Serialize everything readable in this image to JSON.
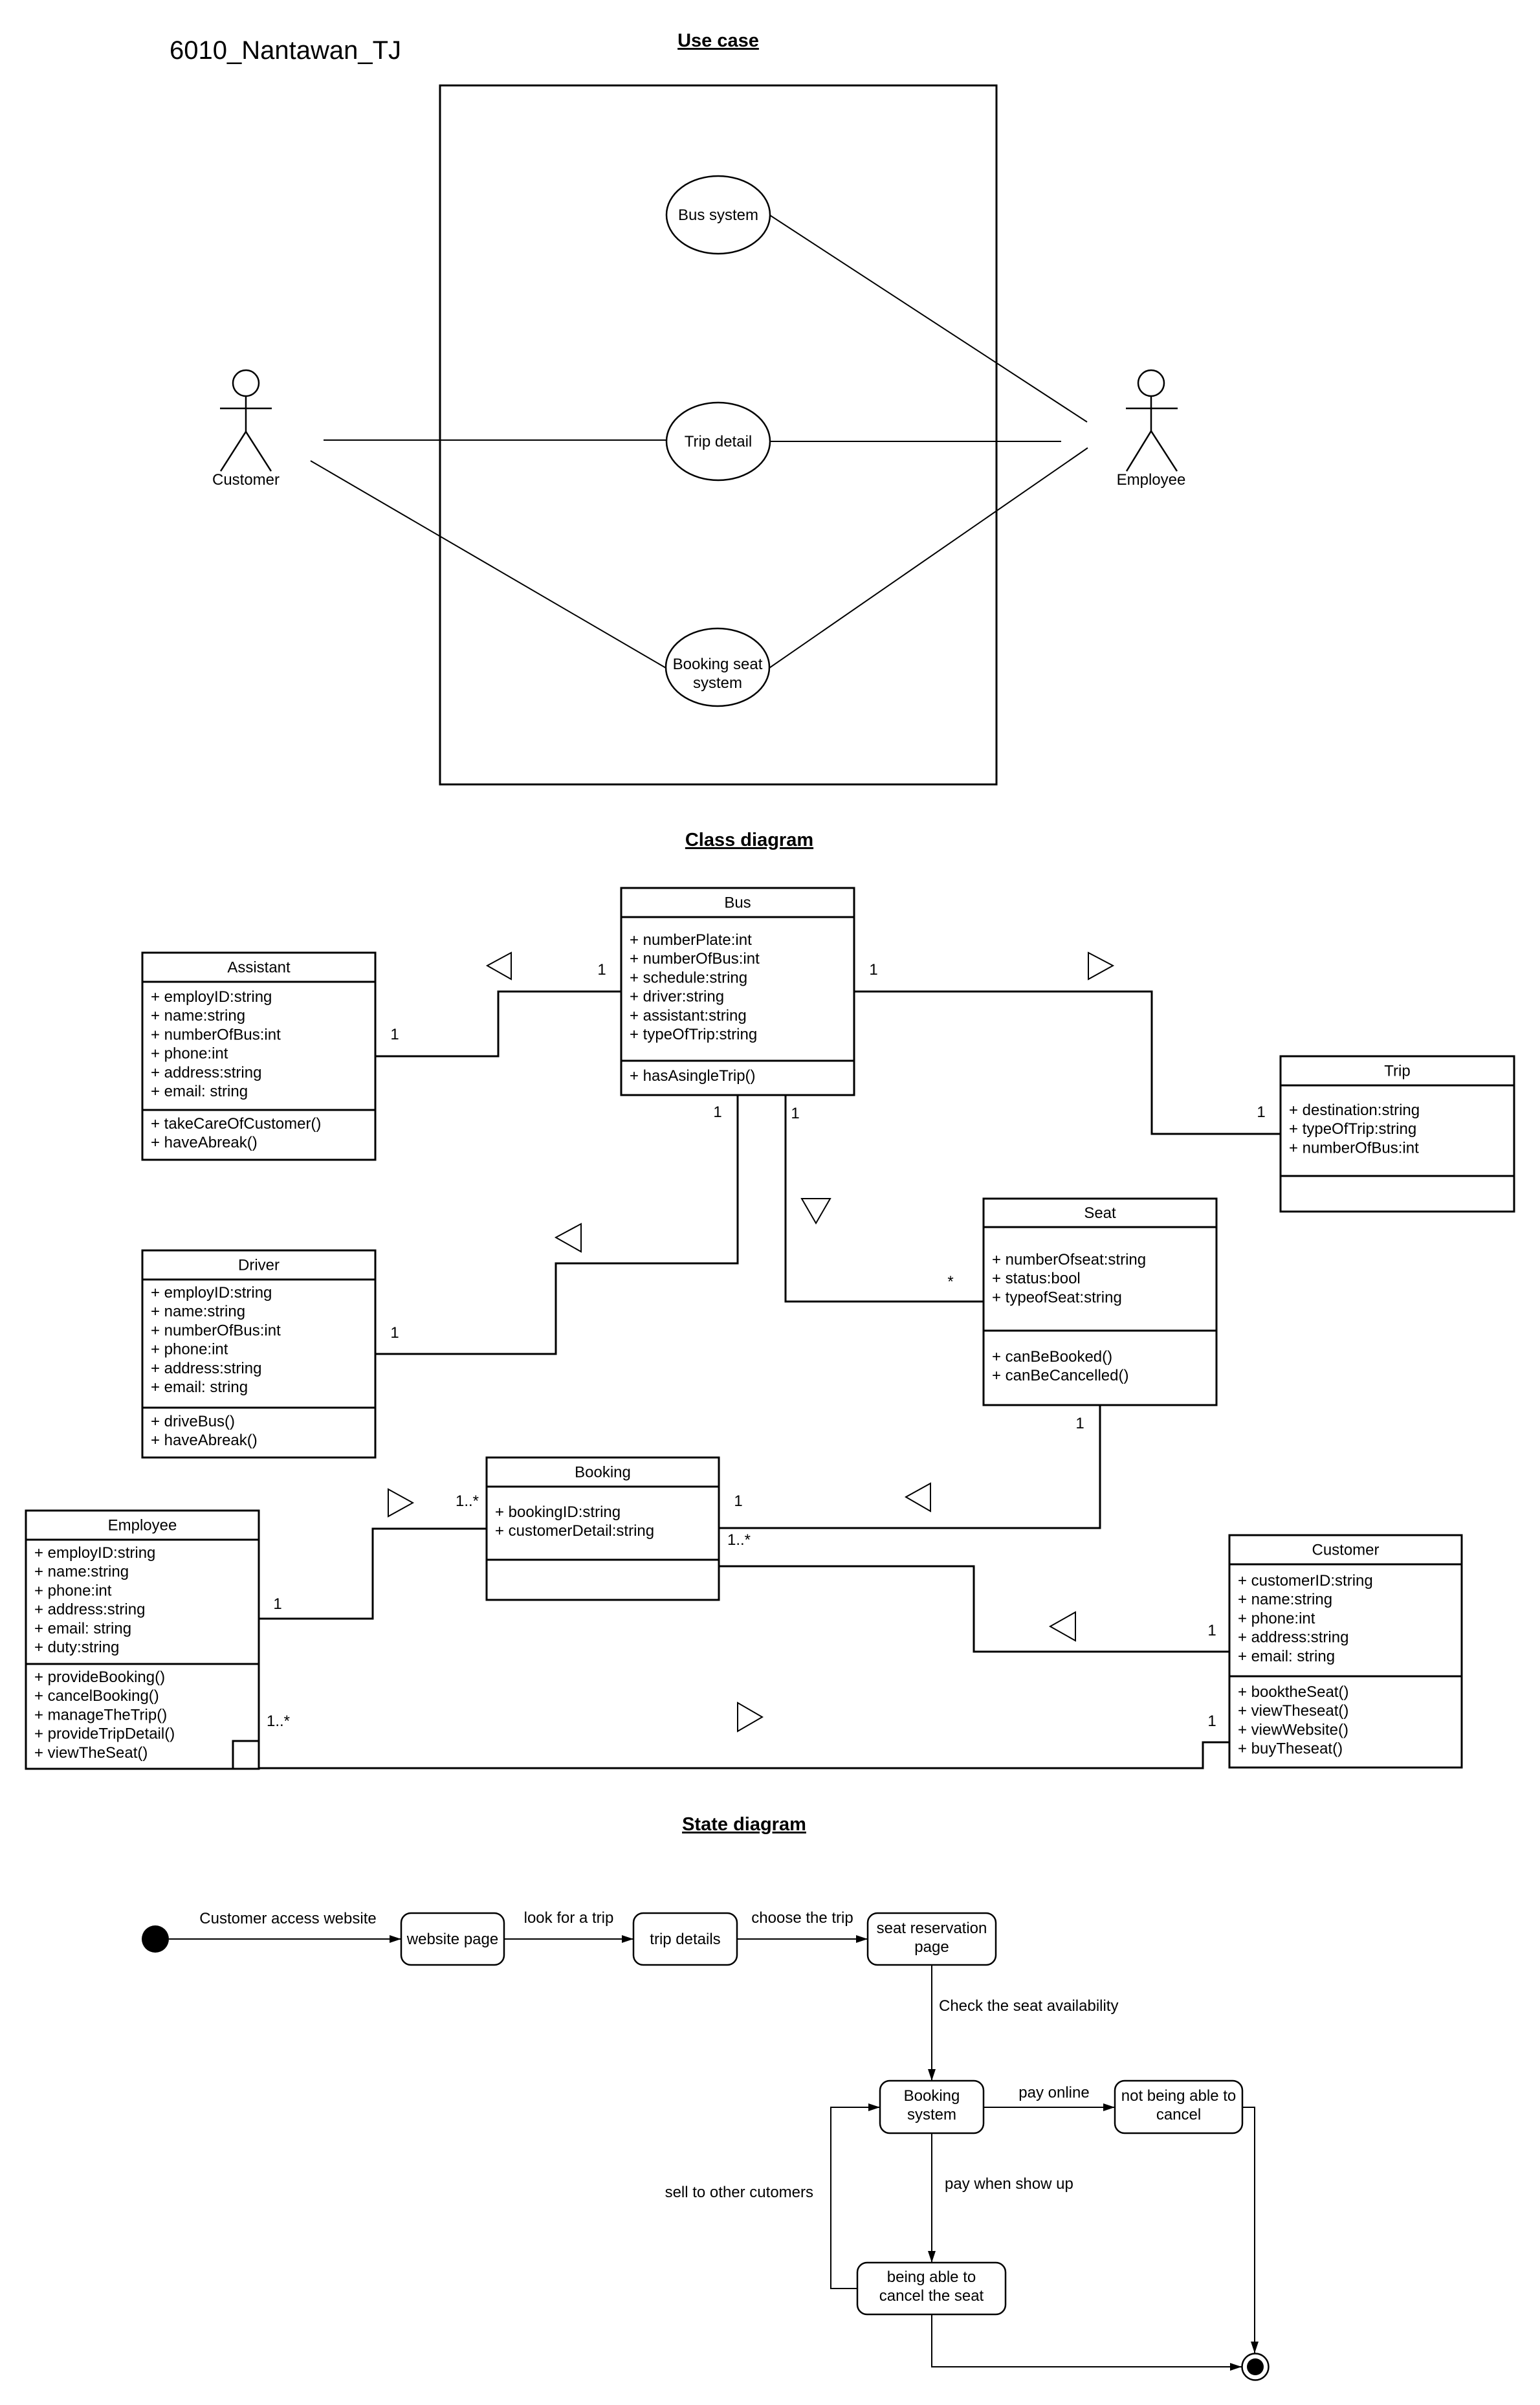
{
  "page": {
    "author_label": "6010_Nantawan_TJ"
  },
  "colors": {
    "author_label": "#c92a39",
    "section_title": "#7c3f8d",
    "line": "#000000",
    "background": "#ffffff"
  },
  "use_case": {
    "title": "Use case",
    "actors": [
      {
        "id": "customer",
        "name": "Customer"
      },
      {
        "id": "employee",
        "name": "Employee"
      }
    ],
    "use_cases": [
      {
        "id": "bus-system",
        "label_lines": [
          "Bus system"
        ]
      },
      {
        "id": "trip-detail",
        "label_lines": [
          "Trip detail"
        ]
      },
      {
        "id": "booking-seat-system",
        "label_lines": [
          "Booking seat",
          "system"
        ]
      }
    ],
    "associations": [
      {
        "actor": "Customer",
        "use_case": "Trip detail"
      },
      {
        "actor": "Customer",
        "use_case": "Booking seat system"
      },
      {
        "actor": "Employee",
        "use_case": "Bus system"
      },
      {
        "actor": "Employee",
        "use_case": "Trip detail"
      },
      {
        "actor": "Employee",
        "use_case": "Booking seat system"
      }
    ]
  },
  "class_diagram": {
    "title": "Class diagram",
    "classes": [
      {
        "id": "bus",
        "name": "Bus",
        "attributes": [
          "+ numberPlate:int",
          "+ numberOfBus:int",
          "+ schedule:string",
          "+ driver:string",
          "+ assistant:string",
          "+ typeOfTrip:string"
        ],
        "methods": [
          "+ hasAsingleTrip()"
        ]
      },
      {
        "id": "assistant",
        "name": "Assistant",
        "attributes": [
          "+ employID:string",
          "+ name:string",
          "+ numberOfBus:int",
          "+ phone:int",
          "+ address:string",
          "+ email: string"
        ],
        "methods": [
          "+ takeCareOfCustomer()",
          "+ haveAbreak()"
        ]
      },
      {
        "id": "trip",
        "name": "Trip",
        "attributes": [
          "+ destination:string",
          "+ typeOfTrip:string",
          "+ numberOfBus:int"
        ],
        "methods": []
      },
      {
        "id": "seat",
        "name": "Seat",
        "attributes": [
          "+ numberOfseat:string",
          "+ status:bool",
          "+ typeofSeat:string"
        ],
        "methods": [
          "+ canBeBooked()",
          "+ canBeCancelled()"
        ]
      },
      {
        "id": "driver",
        "name": "Driver",
        "attributes": [
          "+ employID:string",
          "+ name:string",
          "+ numberOfBus:int",
          "+ phone:int",
          "+ address:string",
          "+ email: string"
        ],
        "methods": [
          "+ driveBus()",
          "+ haveAbreak()"
        ]
      },
      {
        "id": "booking",
        "name": "Booking",
        "attributes": [
          "+ bookingID:string",
          "+ customerDetail:string"
        ],
        "methods": []
      },
      {
        "id": "employee",
        "name": "Employee",
        "attributes": [
          "+ employID:string",
          "+ name:string",
          "+ phone:int",
          "+ address:string",
          "+ email: string",
          "+ duty:string"
        ],
        "methods": [
          "+ provideBooking()",
          "+ cancelBooking()",
          "+ manageTheTrip()",
          "+ provideTripDetail()",
          "+ viewTheSeat()"
        ]
      },
      {
        "id": "customer",
        "name": "Customer",
        "attributes": [
          "+ customerID:string",
          "+ name:string",
          "+ phone:int",
          "+ address:string",
          "+ email: string"
        ],
        "methods": [
          "+ booktheSeat()",
          "+ viewTheseat()",
          "+ viewWebsite()",
          "+ buyTheseat()"
        ]
      }
    ],
    "relationships": [
      {
        "source": "Assistant",
        "target": "Bus",
        "source_multiplicity": "1",
        "target_multiplicity": "1",
        "direction_toward": "Assistant"
      },
      {
        "source": "Bus",
        "target": "Trip",
        "source_multiplicity": "1",
        "target_multiplicity": "1",
        "direction_toward": "Trip"
      },
      {
        "source": "Driver",
        "target": "Bus",
        "source_multiplicity": "1",
        "target_multiplicity": "1",
        "direction_toward": "Driver"
      },
      {
        "source": "Bus",
        "target": "Seat",
        "source_multiplicity": "1",
        "target_multiplicity": "*",
        "direction_toward": "Seat"
      },
      {
        "source": "Seat",
        "target": "Booking",
        "source_multiplicity": "1",
        "target_multiplicity": "1",
        "direction_toward": "Booking"
      },
      {
        "source": "Employee",
        "target": "Booking",
        "source_multiplicity": "1",
        "target_multiplicity": "1..*",
        "direction_toward": "Booking"
      },
      {
        "source": "Booking",
        "target": "Customer",
        "source_multiplicity": "1..*",
        "target_multiplicity": "1",
        "direction_toward": "Booking"
      },
      {
        "source": "Employee",
        "target": "Customer",
        "source_multiplicity": "1..*",
        "target_multiplicity": "1",
        "direction_toward": "Customer"
      }
    ]
  },
  "state_diagram": {
    "title": "State diagram",
    "states": [
      {
        "id": "website-page",
        "label_lines": [
          "website page"
        ]
      },
      {
        "id": "trip-details",
        "label_lines": [
          "trip details"
        ]
      },
      {
        "id": "seat-reservation-page",
        "label_lines": [
          "seat reservation",
          "page"
        ]
      },
      {
        "id": "booking-system",
        "label_lines": [
          "Booking",
          "system"
        ]
      },
      {
        "id": "not-able-to-cancel",
        "label_lines": [
          "not being able to",
          "cancel"
        ]
      },
      {
        "id": "able-to-cancel",
        "label_lines": [
          "being able to",
          "cancel the seat"
        ]
      }
    ],
    "transitions": [
      {
        "from": "initial",
        "to": "website page",
        "label": "Customer access website"
      },
      {
        "from": "website page",
        "to": "trip details",
        "label": "look for a trip"
      },
      {
        "from": "trip details",
        "to": "seat reservation page",
        "label": "choose the trip"
      },
      {
        "from": "seat reservation page",
        "to": "Booking system",
        "label": "Check the seat availability"
      },
      {
        "from": "Booking system",
        "to": "not being able to cancel",
        "label": "pay online"
      },
      {
        "from": "Booking system",
        "to": "being able to cancel the seat",
        "label": "pay when show up"
      },
      {
        "from": "being able to cancel the seat",
        "to": "Booking system",
        "label": "sell to other cutomers"
      },
      {
        "from": "being able to cancel the seat",
        "to": "final",
        "label": ""
      },
      {
        "from": "not being able to cancel",
        "to": "final",
        "label": ""
      }
    ]
  }
}
